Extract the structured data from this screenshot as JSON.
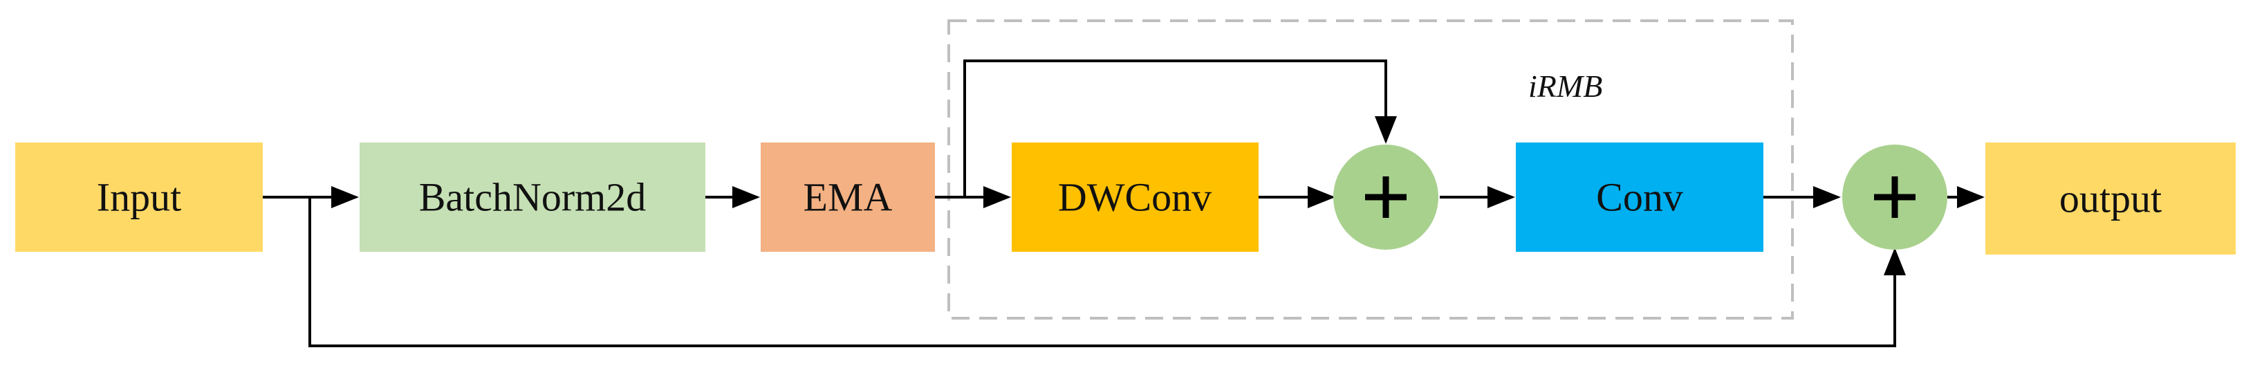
{
  "diagram": {
    "nodes": {
      "input": {
        "label": "Input",
        "color": "#FFD966"
      },
      "batchnorm": {
        "label": "BatchNorm2d",
        "color": "#C5E0B4"
      },
      "ema": {
        "label": "EMA",
        "color": "#F4B183"
      },
      "dwconv": {
        "label": "DWConv",
        "color": "#FFC000"
      },
      "add1": {
        "symbol": "plus",
        "color": "#A9D18E"
      },
      "conv": {
        "label": "Conv",
        "color": "#00B0F0"
      },
      "add2": {
        "symbol": "plus",
        "color": "#A9D18E"
      },
      "output": {
        "label": "output",
        "color": "#FFD966"
      }
    },
    "group": {
      "label": "iRMB",
      "border_style": "dashed",
      "border_color": "#BFBFBF"
    },
    "edges": [
      {
        "from": "input",
        "to": "batchnorm"
      },
      {
        "from": "batchnorm",
        "to": "ema"
      },
      {
        "from": "ema",
        "to": "dwconv"
      },
      {
        "from": "ema",
        "to": "add1",
        "route": "skip-over"
      },
      {
        "from": "dwconv",
        "to": "add1"
      },
      {
        "from": "add1",
        "to": "conv"
      },
      {
        "from": "conv",
        "to": "add2"
      },
      {
        "from": "input",
        "to": "add2",
        "route": "skip-under"
      },
      {
        "from": "add2",
        "to": "output"
      }
    ]
  }
}
